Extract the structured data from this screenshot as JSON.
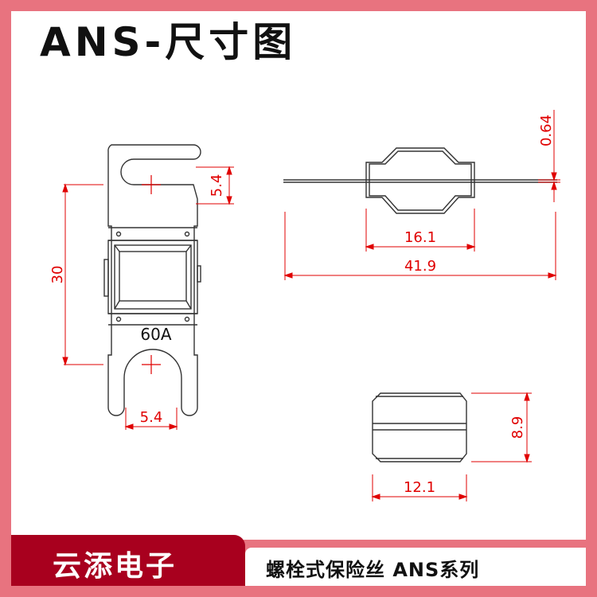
{
  "header": {
    "title": "ANS-尺寸图"
  },
  "drawing": {
    "rating_label": "60A",
    "dimensions": {
      "total_length": "30",
      "slot_width_top": "5.4",
      "slot_width_bottom": "5.4",
      "side_thickness": "0.64",
      "body_width": "16.1",
      "overall_width": "41.9",
      "body_height": "8.9",
      "body_depth": "12.1"
    },
    "colors": {
      "outline": "#333333",
      "dimension": "#e00000",
      "frame": "#e8737f",
      "brand": "#a8001e"
    }
  },
  "footer": {
    "brand": "云添电子",
    "series": "螺栓式保险丝 ANS系列"
  }
}
